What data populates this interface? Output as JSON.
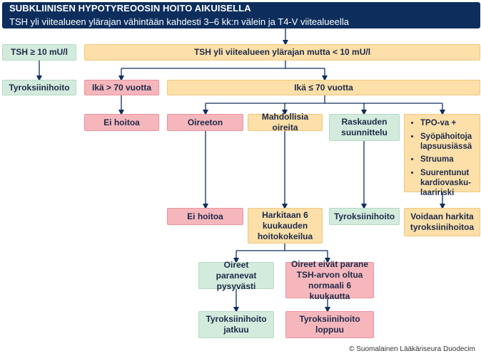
{
  "header": {
    "title": "SUBKLIINISEN HYPOTYREOOSIN HOITO AIKUISELLA",
    "subtitle": "TSH yli viitealueen ylärajan vähintään kahdesti 3–6 kk:n välein ja T4-V viitealueella"
  },
  "nodes": {
    "tsh_high": "TSH ≥ 10 mU/l",
    "tsh_mid": "TSH yli viitealueen ylärajan mutta < 10 mU/l",
    "tyroksiinihoito_left": "Tyroksiinihoito",
    "age_over70": "Ikä > 70 vuotta",
    "age_under70": "Ikä ≤ 70 vuotta",
    "ei_hoitoa_1": "Ei hoitoa",
    "oireeton": "Oireeton",
    "mahdollisia": "Mahdollisia oireita",
    "raskauden": "Raskauden suunnittelu",
    "risk_items": [
      "TPO-va +",
      "Syöpähoitoja lapsuusiässä",
      "Struuma",
      "Suurentunut kardiovasku-laaririski"
    ],
    "ei_hoitoa_2": "Ei hoitoa",
    "harkitaan": "Harkitaan 6 kuukauden hoitokokeilua",
    "tyroksiinihoito_mid": "Tyroksiinihoito",
    "voidaan": "Voidaan harkita tyroksiinihoitoa",
    "oireet_paranevat": "Oireet paranevat pysyvästi",
    "oireet_eivat": "Oireet eivät parane TSH-arvon oltua normaali 6 kuukautta",
    "jatkuu": "Tyroksiinihoito jatkuu",
    "loppuu": "Tyroksiinihoito loppuu"
  },
  "footer": {
    "copyright": "© Suomalainen Lääkäriseura Duodecim"
  },
  "colors": {
    "header": "#0d2e5d",
    "green": "#d3ebdc",
    "orange": "#fcdfa9",
    "pink": "#f6b7bc",
    "line": "#0d2e5d"
  }
}
